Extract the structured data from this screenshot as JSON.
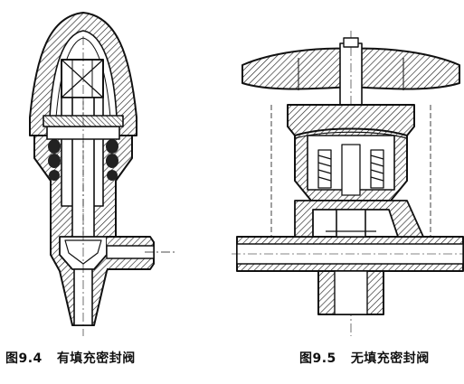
{
  "figures": [
    {
      "number": "图9.4",
      "title": "有填充密封阀"
    },
    {
      "number": "图9.5",
      "title": "无填充密封阀"
    }
  ]
}
